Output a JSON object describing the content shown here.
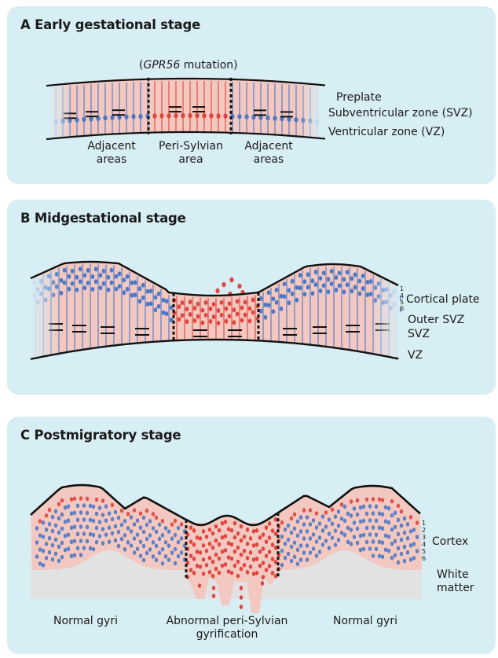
{
  "panels": [
    {
      "title": "A Early gestational stage",
      "mutation_gene": "GPR56",
      "mutation_suffix": " mutation)",
      "mutation_prefix": "(",
      "layers": [
        "Preplate",
        "Subventricular zone (SVZ)",
        "Ventricular zone (VZ)"
      ],
      "regions": [
        {
          "line1": "Adjacent",
          "line2": "areas"
        },
        {
          "line1": "Peri-Sylvian",
          "line2": "area"
        },
        {
          "line1": "Adjacent",
          "line2": "areas"
        }
      ]
    },
    {
      "title": "B Midgestational stage",
      "layer_numbers": [
        "1",
        "4",
        "5",
        "6"
      ],
      "layers": [
        "Cortical plate",
        "Outer SVZ",
        "SVZ",
        "VZ"
      ]
    },
    {
      "title": "C Postmigratory stage",
      "layer_numbers": [
        "1",
        "2",
        "3",
        "4",
        "5",
        "6"
      ],
      "layers": [
        "Cortex",
        "White",
        "matter"
      ],
      "regions": [
        {
          "line1": "Normal gyri",
          "line2": ""
        },
        {
          "line1": "Abnormal peri-Sylvian",
          "line2": "gyrification"
        },
        {
          "line1": "Normal gyri",
          "line2": ""
        }
      ]
    }
  ],
  "colors": {
    "panel_bg": "#d8eef5",
    "tissue_pink": "#f2c8c0",
    "normal_blue": "#4d78c6",
    "affected_red": "#e0453e",
    "outline": "#111111",
    "white_matter": "#e2e2e2"
  }
}
